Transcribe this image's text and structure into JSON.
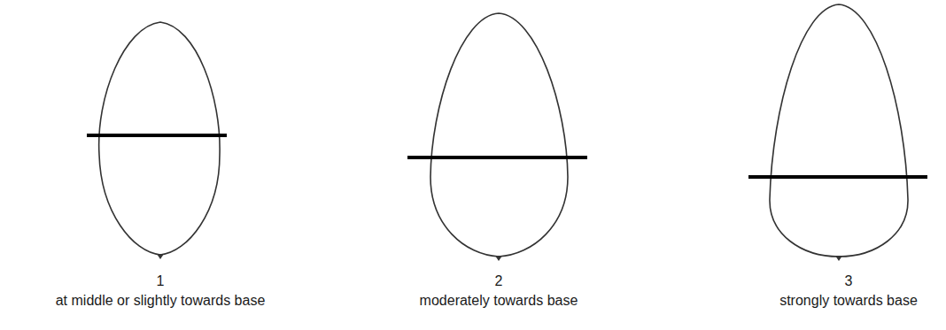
{
  "diagram": {
    "labels": [
      "1",
      "at middle or slightly towards base",
      "2",
      "moderately towards base",
      "3",
      "strongly towards base"
    ]
  }
}
